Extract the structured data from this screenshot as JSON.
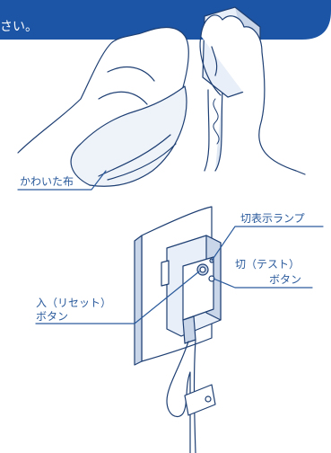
{
  "header": {
    "text": "さい。",
    "bg_color": "#1c55a5"
  },
  "labels": {
    "cloth": "かわいた布",
    "off_lamp": "切表示ランプ",
    "off_button_line1": "切（テスト）",
    "off_button_line2": "ボタン",
    "on_button_line1": "入（リセット）",
    "on_button_line2": "ボタン"
  },
  "colors": {
    "line": "#1e3f73",
    "hand_fill": "#ffffff",
    "device_fill": "#e9eff8",
    "device_shade": "#c9d6ea",
    "label_text": "#2b5b9c",
    "cable_fill": "#e0e8f4"
  }
}
